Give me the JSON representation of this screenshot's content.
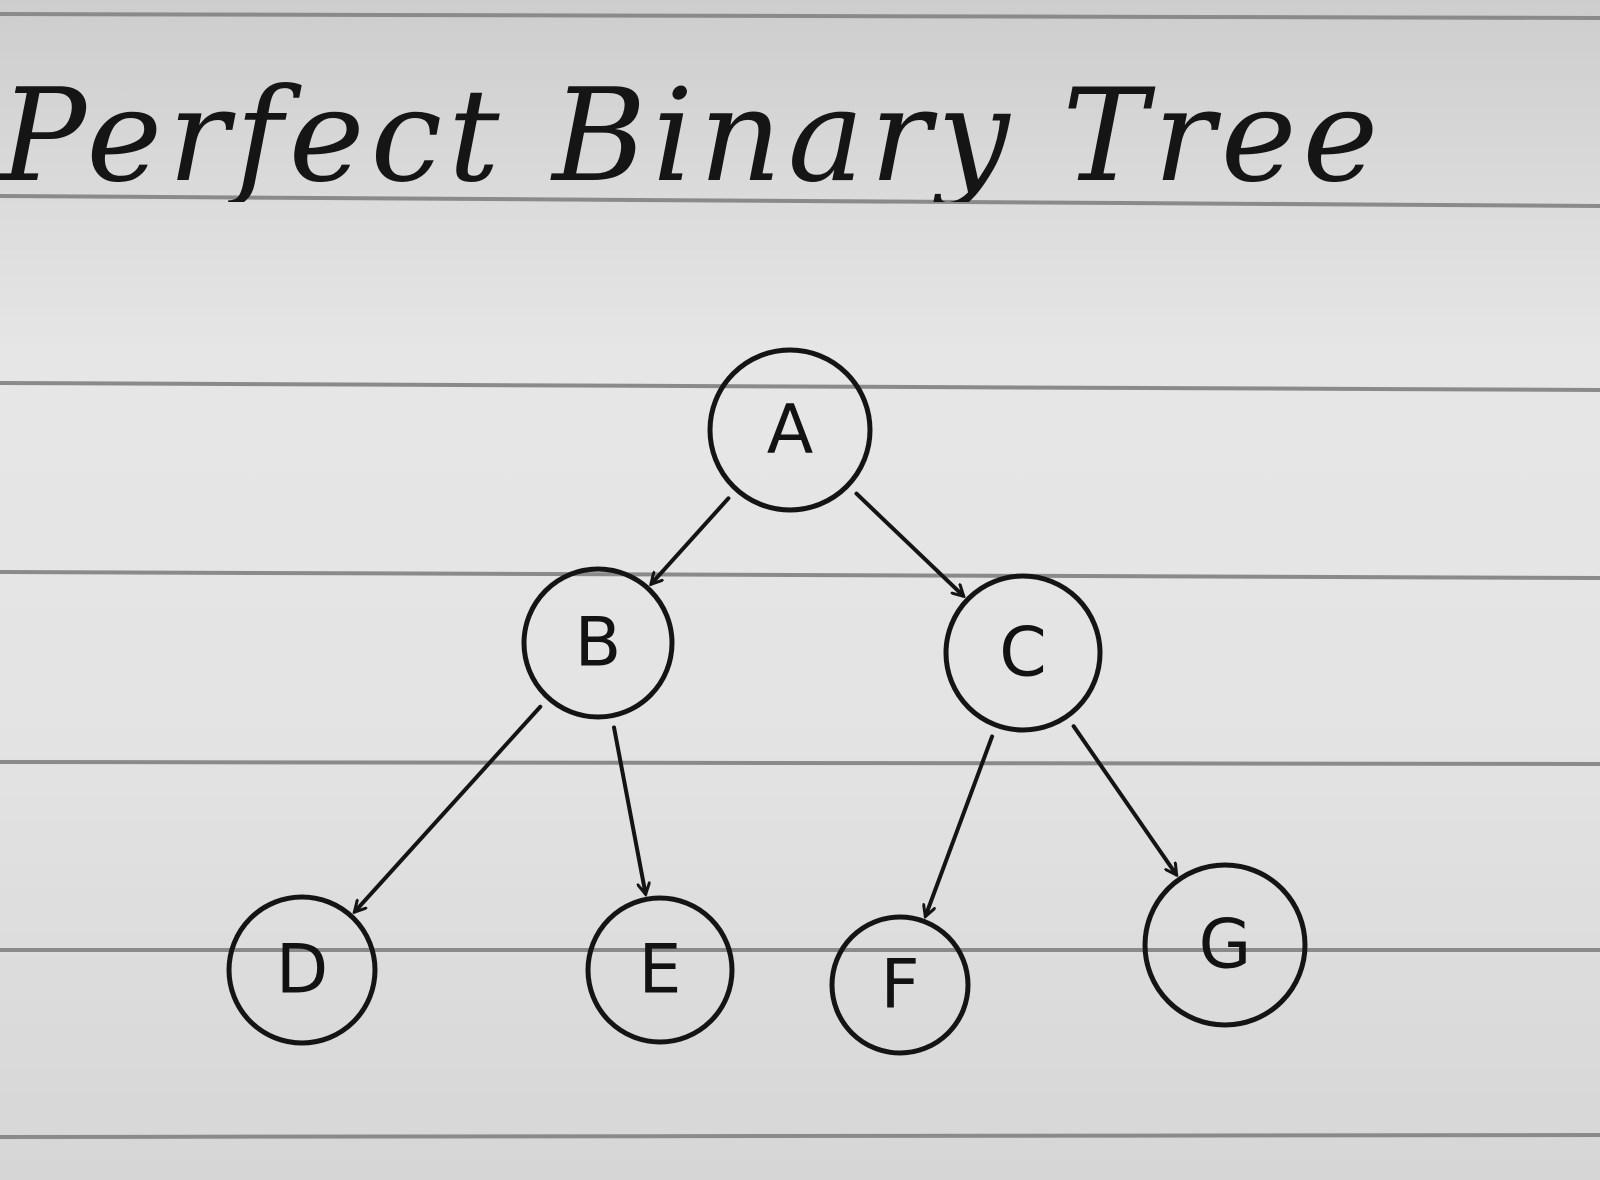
{
  "title": "Perfect Binary Tree",
  "nodes": [
    {
      "id": "A",
      "label": "A"
    },
    {
      "id": "B",
      "label": "B"
    },
    {
      "id": "C",
      "label": "C"
    },
    {
      "id": "D",
      "label": "D"
    },
    {
      "id": "E",
      "label": "E"
    },
    {
      "id": "F",
      "label": "F"
    },
    {
      "id": "G",
      "label": "G"
    }
  ],
  "edges": [
    {
      "from": "A",
      "to": "B"
    },
    {
      "from": "A",
      "to": "C"
    },
    {
      "from": "B",
      "to": "D"
    },
    {
      "from": "B",
      "to": "E"
    },
    {
      "from": "C",
      "to": "F"
    },
    {
      "from": "C",
      "to": "G"
    }
  ],
  "colors": {
    "paper": "#e2e2e2",
    "ink": "#141414",
    "rule": "#8a8a8a"
  }
}
